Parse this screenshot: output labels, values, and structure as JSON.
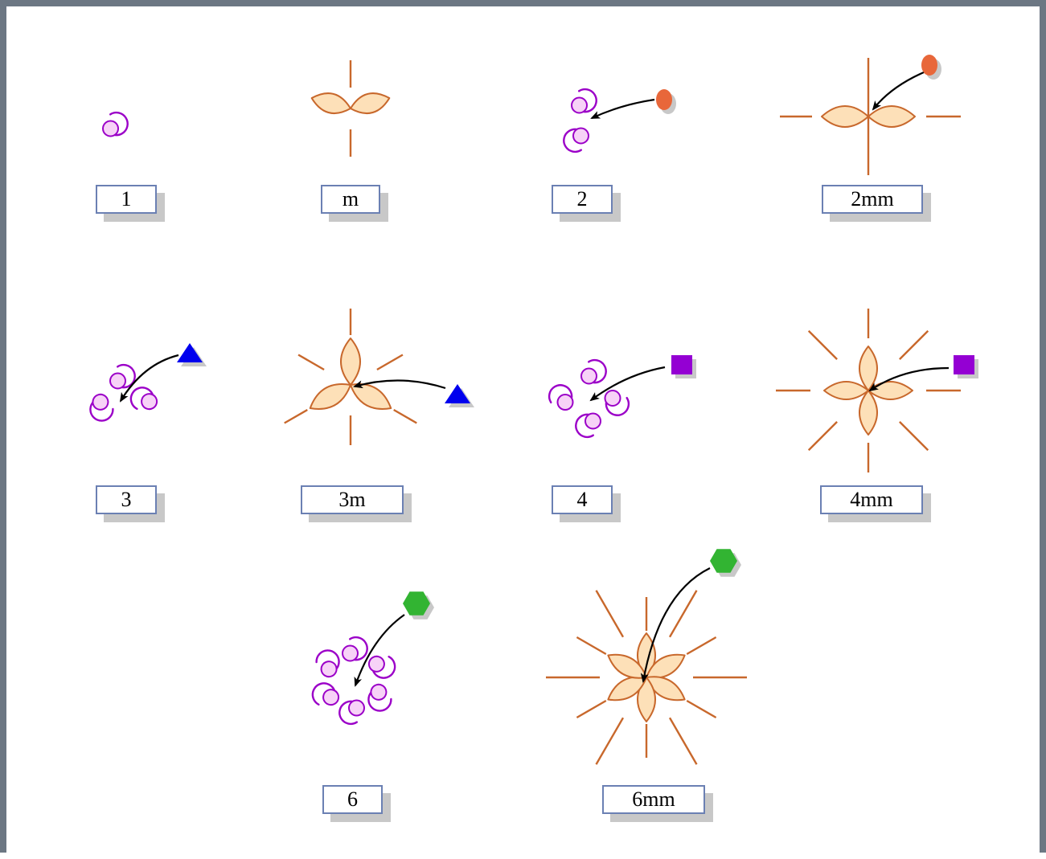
{
  "colors": {
    "frame": "#6c7783",
    "spiral": "#9b00c8",
    "spiral_fill": "#f7d2f7",
    "petal_fill": "#fde0b8",
    "petal_stroke": "#c8682c",
    "arrow": "#000000",
    "label_border": "#6b80b3",
    "label_shadow": "#c8c8c8",
    "marker_shadow": "#c8c8c8",
    "ellipse_marker": "#e8673a",
    "triangle_marker": "#0000ee",
    "square_marker": "#9400d3",
    "hexagon_marker": "#32b432"
  },
  "groups": [
    {
      "id": "1",
      "label": "1"
    },
    {
      "id": "m",
      "label": "m"
    },
    {
      "id": "2",
      "label": "2",
      "marker": "ellipse-marker"
    },
    {
      "id": "2mm",
      "label": "2mm",
      "marker": "ellipse-marker"
    },
    {
      "id": "3",
      "label": "3",
      "marker": "triangle-marker"
    },
    {
      "id": "3m",
      "label": "3m",
      "marker": "triangle-marker"
    },
    {
      "id": "4",
      "label": "4",
      "marker": "square-marker"
    },
    {
      "id": "4mm",
      "label": "4mm",
      "marker": "square-marker"
    },
    {
      "id": "6",
      "label": "6",
      "marker": "hexagon-marker"
    },
    {
      "id": "6mm",
      "label": "6mm",
      "marker": "hexagon-marker"
    }
  ]
}
